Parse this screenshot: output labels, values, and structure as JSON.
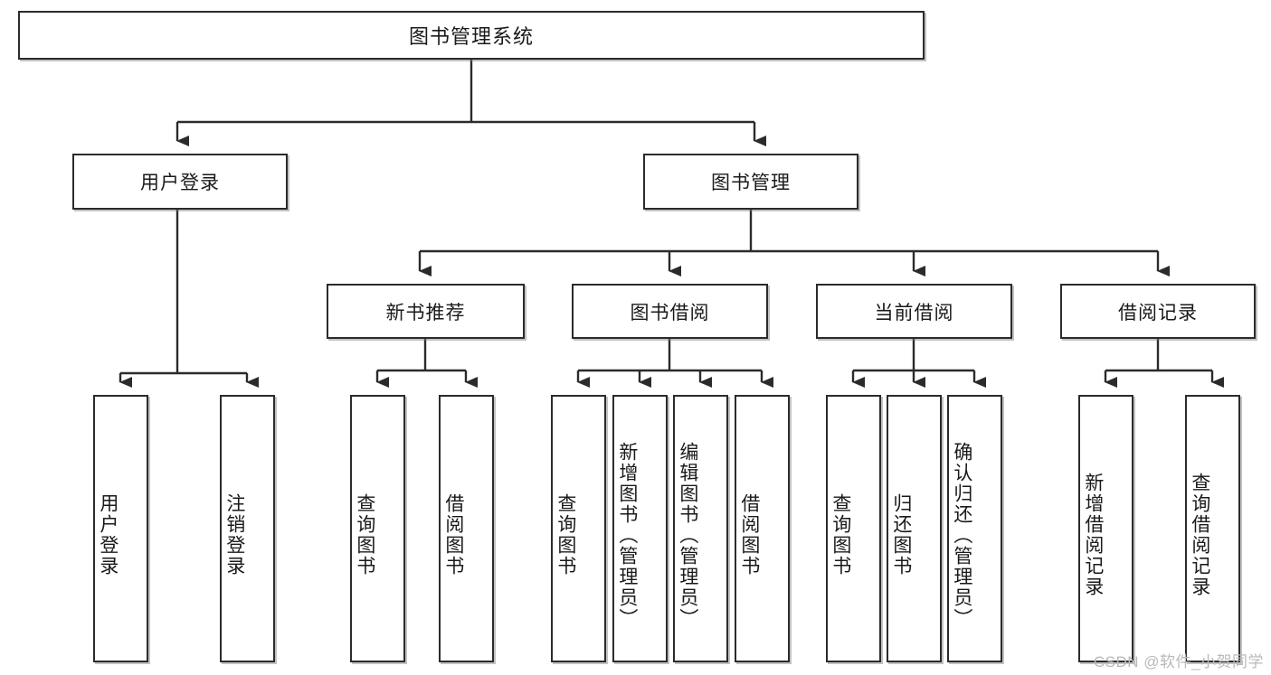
{
  "diagram": {
    "type": "tree-hierarchy",
    "title": "图书管理系统",
    "watermark": "CSDN @软件_小贺同学",
    "colors": {
      "box_border": "#2b2b2b",
      "box_fill": "#ffffff",
      "edge": "#2b2b2b",
      "text": "#1a1a1a",
      "watermark": "#b9b9b9"
    },
    "nodes": {
      "root": {
        "label": "图书管理系统"
      },
      "level2": [
        {
          "label": "用户登录"
        },
        {
          "label": "图书管理"
        }
      ],
      "level3": [
        {
          "label": "新书推荐"
        },
        {
          "label": "图书借阅"
        },
        {
          "label": "当前借阅"
        },
        {
          "label": "借阅记录"
        }
      ],
      "leaves": {
        "user_login": [
          {
            "label": "用户登录"
          },
          {
            "label": "注销登录"
          }
        ],
        "new_book": [
          {
            "label": "查询图书"
          },
          {
            "label": "借阅图书"
          }
        ],
        "book_borrow": [
          {
            "label": "查询图书"
          },
          {
            "label": "新增图书（管理员）"
          },
          {
            "label": "编辑图书（管理员）"
          },
          {
            "label": "借阅图书"
          }
        ],
        "current_borrow": [
          {
            "label": "查询图书"
          },
          {
            "label": "归还图书"
          },
          {
            "label": "确认归还（管理员）"
          }
        ],
        "borrow_record": [
          {
            "label": "新增借阅记录"
          },
          {
            "label": "查询借阅记录"
          }
        ]
      }
    }
  }
}
